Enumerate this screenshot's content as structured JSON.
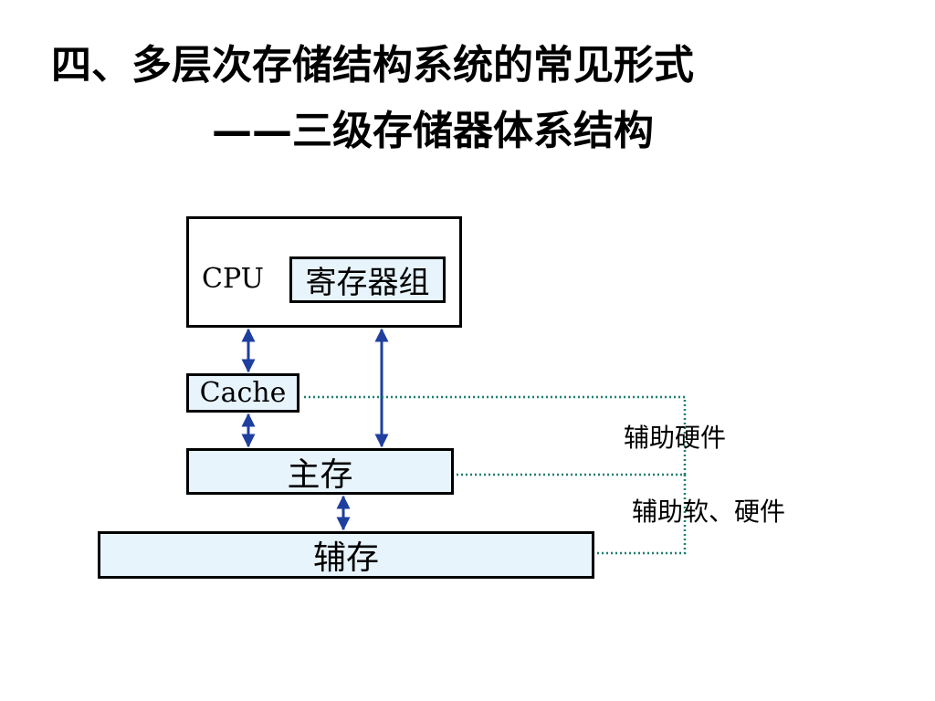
{
  "title": {
    "line1": "四、多层次存储结构系统的常见形式",
    "line2": "——三级存储器体系结构"
  },
  "diagram": {
    "cpu_label": "CPU",
    "registers_label": "寄存器组",
    "cache_label": "Cache",
    "main_memory_label": "主存",
    "aux_memory_label": "辅存",
    "aux_hardware_label": "辅助硬件",
    "aux_software_hardware_label": "辅助软、硬件"
  },
  "colors": {
    "arrow": "#1f3f9f",
    "dotted_line": "#1f7f6f",
    "box_fill": "#e8f4fc",
    "box_border": "#000000"
  }
}
